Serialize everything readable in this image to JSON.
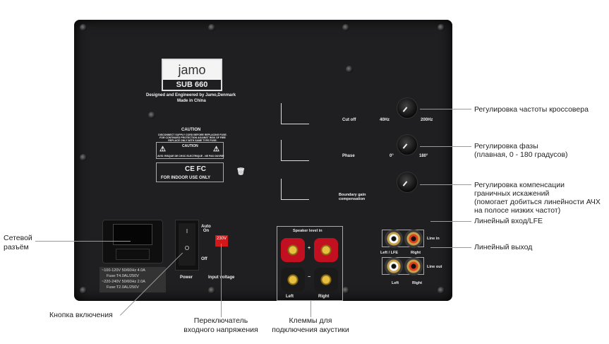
{
  "panel": {
    "brand": "jamo",
    "model": "SUB 660",
    "designed": "Designed and Engineered by Jamo,Denmark",
    "made": "Made in China",
    "caution_title": "CAUTION",
    "caution_text": "DISCONNECT SUPPLY CORD BEFORE REPLACING FUSE. FOR CONTINUED PROTECTION AGAINST RISK OF FIRE REPLACE ONLY WITH SAME TYPE FUSE.",
    "caution_box": "CAUTION",
    "avis": "AVIS: RISQUE DE CHOC ELECTRIQUE - NE PAS OUVRIR",
    "cert_marks": "CE  FC",
    "indoor": "FOR   INDOOR   USE   ONLY",
    "cutoff": "Cut off",
    "hz40": "40Hz",
    "hz200": "200Hz",
    "phase": "Phase",
    "deg0": "0°",
    "deg180": "180°",
    "boundary": "Boundary gain compensation",
    "speaker_level": "Speaker level in",
    "plus": "+",
    "minus": "−",
    "left": "Left",
    "right": "Right",
    "line_in": "Line in",
    "left_lfe": "Left / LFE",
    "line_out": "Line out",
    "auto_on": "Auto On",
    "off": "Off",
    "power": "Power",
    "voltage_value": "230V",
    "input_voltage": "Input voltage",
    "fuse1": "~100-120V 50/60Hz 4.0A",
    "fuse1b": "Fuse:T4.0AL/250V",
    "fuse2": "~220-240V 50/60Hz 2.0A",
    "fuse2b": "Fuse:T2.0AL/250V"
  },
  "annotations": {
    "crossover": "Регулировка частоты кроссовера",
    "phase1": "Регулировка фазы",
    "phase2": "(плавная, 0 - 180 градусов)",
    "boundary1": "Регулировка компенсации",
    "boundary2": "граничных искажений",
    "boundary3": "(помогает добиться линейности АЧХ",
    "boundary4": "на полосе низких частот)",
    "line_in": "Линейный вход/LFE",
    "line_out": "Линейный выход",
    "power_socket1": "Сетевой",
    "power_socket2": "разъём",
    "power_button": "Кнопка включения",
    "voltage1": "Переключатель",
    "voltage2": "входного напряжения",
    "terminals1": "Клеммы для",
    "terminals2": "подключения акустики"
  }
}
